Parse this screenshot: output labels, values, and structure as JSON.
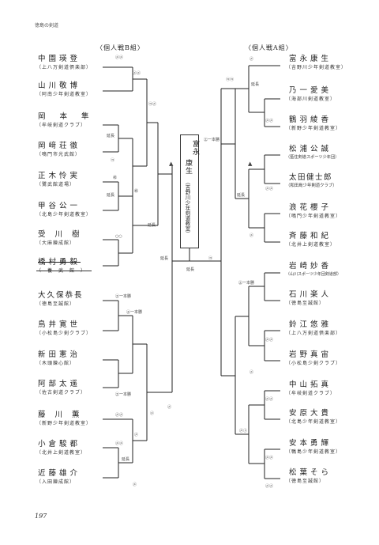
{
  "header": {
    "running_title": "徳島の剣道",
    "page_number": "197"
  },
  "sections": {
    "left": "〈個人戦B組〉",
    "right": "〈個人戦A組〉"
  },
  "champion": {
    "name_top": "富永",
    "name_bottom": "康生",
    "club": "（吉野川少年剣道教室）"
  },
  "left_entries": [
    {
      "name": "中園瑛登",
      "club": "（上八万剣道倶楽部）"
    },
    {
      "name": "山川敬博",
      "club": "（阿南少年剣道教室）"
    },
    {
      "name": "岡本隼",
      "club": "（牟岐剣道クラブ）"
    },
    {
      "name": "岡﨑荘徹",
      "club": "（鳴門市光武館）"
    },
    {
      "name": "正木怜実",
      "club": "（鷺武館道場）"
    },
    {
      "name": "甲谷公一",
      "club": "（北島少年剣道教室）"
    },
    {
      "name": "受川樹",
      "club": "（大麻錬成館）"
    },
    {
      "name": "橋村勇毅",
      "club": "（養武館）"
    },
    {
      "name": "大久保恭長",
      "club": "（徳島至誠館）"
    },
    {
      "name": "鳥井寛世",
      "club": "（小松島少剣クラブ）"
    },
    {
      "name": "新田憲治",
      "club": "（木頭錬心館）"
    },
    {
      "name": "阿部太遥",
      "club": "（佐古剣道クラブ）"
    },
    {
      "name": "藤川薫",
      "club": "（新野少年剣道教室）"
    },
    {
      "name": "小倉駿都",
      "club": "（北井上剣道教室）"
    },
    {
      "name": "近藤雄介",
      "club": "（入田錬成館）"
    }
  ],
  "right_entries": [
    {
      "name": "富永康生",
      "club": "（吉野川少年剣道教室）"
    },
    {
      "name": "乃一愛美",
      "club": "（海部川剣道教室）"
    },
    {
      "name": "鶴羽綾香",
      "club": "（新野少年剣道教室）"
    },
    {
      "name": "松浦公誠",
      "club": "（藍住剣道スポーツ少年団）"
    },
    {
      "name": "太田健士郎",
      "club": "（和田島少年剣道クラブ）"
    },
    {
      "name": "浪花櫻子",
      "club": "（鳴門少年剣道教室）"
    },
    {
      "name": "斉藤和紀",
      "club": "（北井上剣道教室）"
    },
    {
      "name": "岩崎妙香",
      "club": "（山川スポーツ少年団剣道部）"
    },
    {
      "name": "石川楽人",
      "club": "（徳島至誠館）"
    },
    {
      "name": "鈴江悠雅",
      "club": "（上八万剣道倶楽部）"
    },
    {
      "name": "岩野真宙",
      "club": "（小松島少剣クラブ）"
    },
    {
      "name": "中山拓真",
      "club": "（牟岐剣道クラブ）"
    },
    {
      "name": "安原大貴",
      "club": "（北島少年剣道教室）"
    },
    {
      "name": "安本勇輝",
      "club": "（鴨島少年剣道教室）"
    },
    {
      "name": "松葉そら",
      "club": "（徳島至誠館）"
    }
  ],
  "marks": {
    "enchou": "延長",
    "ippon": "一本勝",
    "ippon_circ": "㋓一本勝",
    "me_me": "㋱㋱",
    "ko_ko": "㋙㋙",
    "me": "㋱",
    "ko": "㋙",
    "do": "㋣",
    "te": "㋢",
    "hansoku": "㊗",
    "double_circle": "○○",
    "triangle": "▲",
    "kote_me": "㋙㋱",
    "me_do": "㋱㋣"
  }
}
